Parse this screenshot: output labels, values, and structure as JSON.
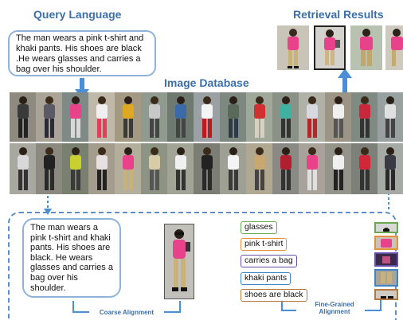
{
  "headings": {
    "query_language": "Query Language",
    "retrieval_results": "Retrieval Results",
    "image_database": "Image Database"
  },
  "query_text": "The man wears a pink t-shirt and khaki pants. His shoes are black .He wears glasses and carries a bag over his shoulder.",
  "bottom_query_text": "The man wears a pink t-shirt and khaki pants. His shoes are black. He wears glasses and carries a bag over his shoulder.",
  "phrases": [
    {
      "text": "glasses",
      "color": "#6aa84f"
    },
    {
      "text": "pink t-shirt",
      "color": "#e69138"
    },
    {
      "text": "carries a bag",
      "color": "#674ea7"
    },
    {
      "text": "khaki pants",
      "color": "#3d85c6"
    },
    {
      "text": "shoes are black",
      "color": "#b4783c"
    }
  ],
  "labels": {
    "coarse_alignment": "Coarse Alignment",
    "fine_grained_alignment": "Fine-Grained Alignment"
  },
  "colors": {
    "accent": "#3c6fa8",
    "arrow": "#4a8fd6",
    "box_border": "#8fb3d9",
    "highlight": "#e8428a"
  }
}
